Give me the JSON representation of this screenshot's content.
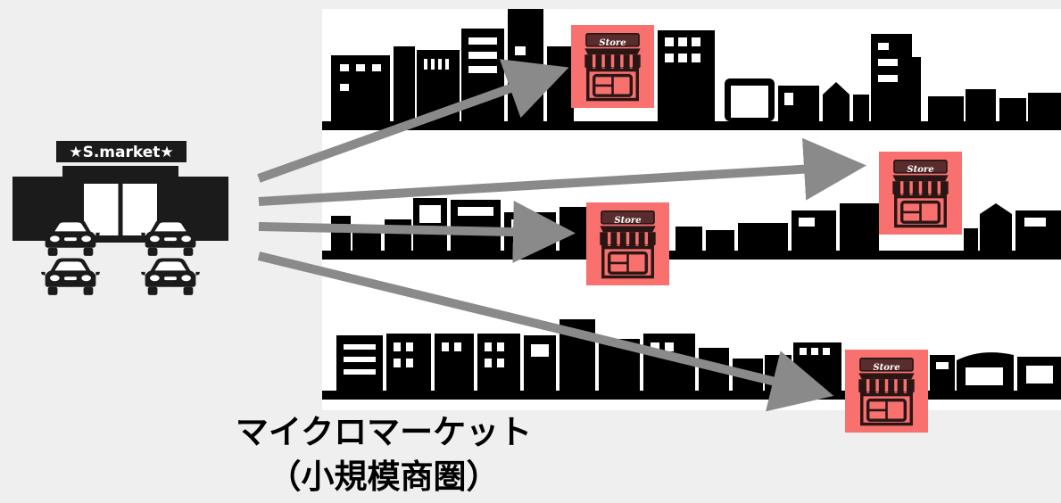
{
  "supermarket": {
    "sign": "★S.market★",
    "icon": "supermarket-with-cars-icon"
  },
  "stores": {
    "label": "Store",
    "icon": "storefront-awning-icon",
    "tile_color": "#f8716f"
  },
  "skylines": {
    "icon": "city-skyline-silhouette-icon",
    "panel_color": "#ffffff",
    "silhouette_color": "#000000"
  },
  "arrows": {
    "color": "#8a8a8a",
    "count": 4
  },
  "caption": {
    "line1": "マイクロマーケット",
    "line2": "（小規模商圏）"
  }
}
